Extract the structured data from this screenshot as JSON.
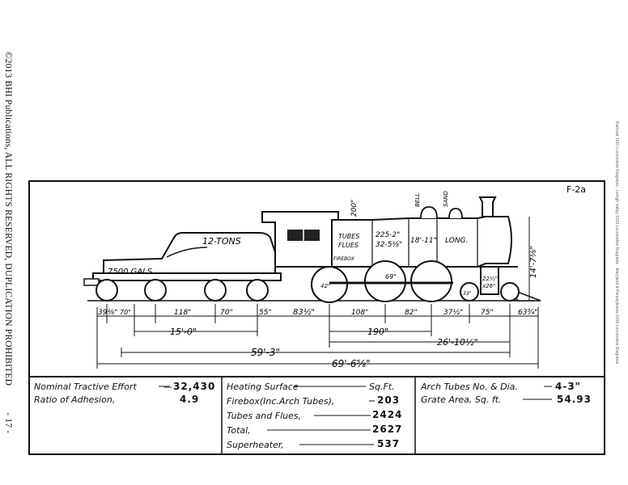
{
  "copyright": "©2013 BHI Publications, ALL RIGHTS RESERVED, DUPLICATION PROHIBITED",
  "page_number": "- 17 -",
  "margin_note": "Railroad 1910 Locomotive Diagrams · Lehigh Valley 1910 Locomotive Diagrams · Maryland & Pennsylvania 1910 Locomotive Diagrams",
  "class_label": "F-2a",
  "tender": {
    "coal": "12-TONS",
    "water": "7500 GALS."
  },
  "boiler_labels": {
    "tubes_flues": [
      "TUBES",
      "FLUES"
    ],
    "tube_count": [
      "225-2\"",
      "32-5⅜\""
    ],
    "tube_length": "18'-11\"",
    "long": "LONG.",
    "firebox": "FIREBOX",
    "bell": "BELL",
    "sand": "SAND",
    "cab_height": "200\"",
    "height": "14'-7⅜\"",
    "driver_dia": "69\"",
    "cyl": [
      "22½\"",
      "x26\""
    ],
    "small_wheel": "42\"",
    "lead_wheel": "33\""
  },
  "dimensions": {
    "row1": [
      "39⅜\"",
      "70\"",
      "118\"",
      "70\"",
      "55\"",
      "83½\"",
      "108\"",
      "82\"",
      "37½\"",
      "75\"",
      "63¾\""
    ],
    "tender_wb": "15'-0\"",
    "driver_wb": "190\"",
    "engine_wb": "26'-10½\"",
    "total_wb": "59'-3\"",
    "overall": "69'-6⅝\""
  },
  "specs": {
    "col1": [
      {
        "label": "Nominal Tractive Effort",
        "value": "32,430"
      },
      {
        "label": "Ratio of Adhesion,",
        "value": "4.9"
      }
    ],
    "col2_header": {
      "label": "Heating Surface",
      "unit": "Sq.Ft."
    },
    "col2": [
      {
        "label": "Firebox(Inc.Arch Tubes),",
        "value": "203"
      },
      {
        "label": "Tubes and Flues,",
        "value": "2424"
      },
      {
        "label": "Total,",
        "value": "2627"
      },
      {
        "label": "Superheater,",
        "value": "537"
      }
    ],
    "col3": [
      {
        "label": "Arch Tubes No. & Dia.",
        "value": "4-3\""
      },
      {
        "label": "Grate Area, Sq. ft.",
        "value": "54.93"
      }
    ]
  }
}
